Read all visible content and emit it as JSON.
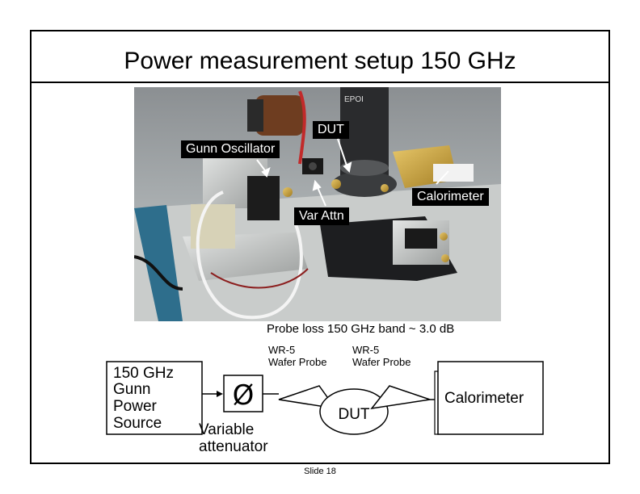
{
  "slide": {
    "title": "Power measurement setup 150 GHz",
    "slide_number": "Slide 18"
  },
  "photo": {
    "callouts": {
      "gunn": "Gunn Oscillator",
      "dut": "DUT",
      "var_attn": "Var Attn",
      "calorimeter": "Calorimeter"
    }
  },
  "caption": "Probe loss 150 GHz band ~ 3.0 dB",
  "diagram": {
    "source_lines": [
      "150 GHz",
      "Gunn",
      "Power",
      "Source"
    ],
    "attenuator_symbol": "Ø",
    "attenuator_lines": [
      "Variable",
      "attenuator"
    ],
    "probe_left_lines": [
      "WR-5",
      "Wafer Probe"
    ],
    "probe_right_lines": [
      "WR-5",
      "Wafer Probe"
    ],
    "dut_label": "DUT",
    "calorimeter_label": "Calorimeter"
  }
}
